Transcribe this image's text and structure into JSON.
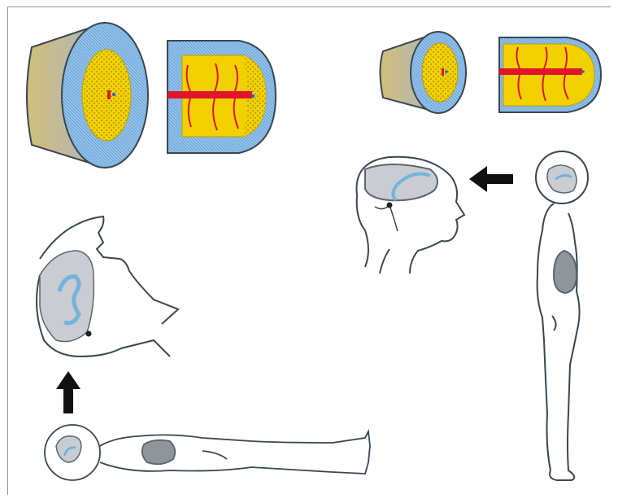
{
  "figure": {
    "panels": [
      {
        "name": "panel-lying-spinal-cord-sections",
        "posture": "lying"
      },
      {
        "name": "panel-standing-spinal-cord-sections",
        "posture": "standing"
      }
    ],
    "arrows": [
      {
        "name": "arrow-up-to-lying-head",
        "direction": "up"
      },
      {
        "name": "arrow-left-to-standing-head",
        "direction": "left"
      }
    ],
    "colors": {
      "cord_core": "#f2d100",
      "outer_layer": "#7fb3e3",
      "cylinder_shell": "#c9b25a",
      "vessel": "#e0142b",
      "ventricle": "#74b3dc",
      "brain_gray": "#b8bcc0",
      "body_outline": "#3b4650",
      "arrow": "#111111",
      "border": "#8a8f95"
    }
  }
}
